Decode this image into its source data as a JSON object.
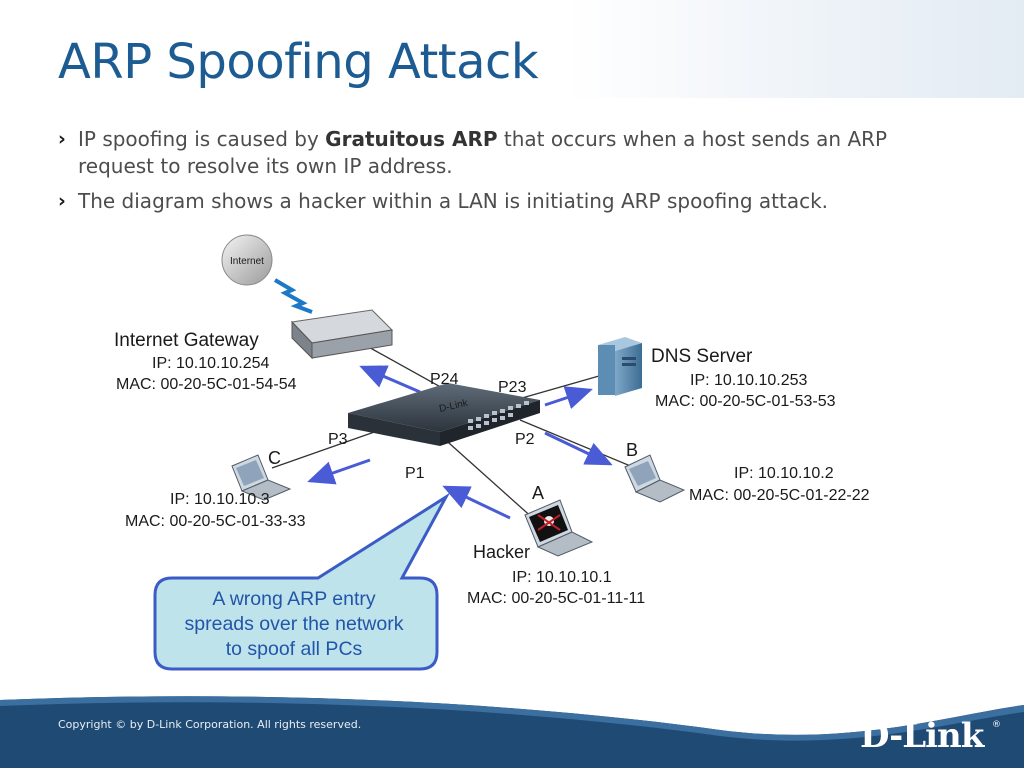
{
  "slide": {
    "title": "ARP Spoofing Attack",
    "bullets": [
      {
        "pre": "IP spoofing is caused by ",
        "bold": "Gratuitous ARP",
        "post": " that occurs when a host sends an ARP request to resolve its own IP address."
      },
      {
        "pre": "The diagram shows a hacker within a LAN is initiating ARP spoofing attack.",
        "bold": "",
        "post": ""
      }
    ]
  },
  "diagram": {
    "internet_label": "Internet",
    "gateway": {
      "name": "Internet Gateway",
      "ip": "IP: 10.10.10.254",
      "mac": "MAC: 00-20-5C-01-54-54"
    },
    "dns": {
      "name": "DNS Server",
      "ip": "IP: 10.10.10.253",
      "mac": "MAC: 00-20-5C-01-53-53"
    },
    "host_c": {
      "letter": "C",
      "ip": "IP: 10.10.10.3",
      "mac": "MAC: 00-20-5C-01-33-33"
    },
    "host_b": {
      "letter": "B",
      "ip": "IP: 10.10.10.2",
      "mac": "MAC: 00-20-5C-01-22-22"
    },
    "hacker": {
      "letter": "A",
      "name": "Hacker",
      "ip": "IP: 10.10.10.1",
      "mac": "MAC: 00-20-5C-01-11-11"
    },
    "ports": {
      "p24": "P24",
      "p23": "P23",
      "p3": "P3",
      "p2": "P2",
      "p1": "P1"
    },
    "switch_brand": "D-Link",
    "callout_lines": [
      "A wrong ARP entry",
      "spreads over the network",
      "to spoof all PCs"
    ]
  },
  "footer": {
    "copyright": "Copyright © by D-Link Corporation. All rights reserved.",
    "logo": "D-Link",
    "logo_mark": "®"
  },
  "colors": {
    "title": "#1d5b93",
    "arrow": "#4a5bd6",
    "callout_fill": "#bfe3ea",
    "callout_border": "#3b5bc7",
    "footer": "#1f4a74"
  }
}
